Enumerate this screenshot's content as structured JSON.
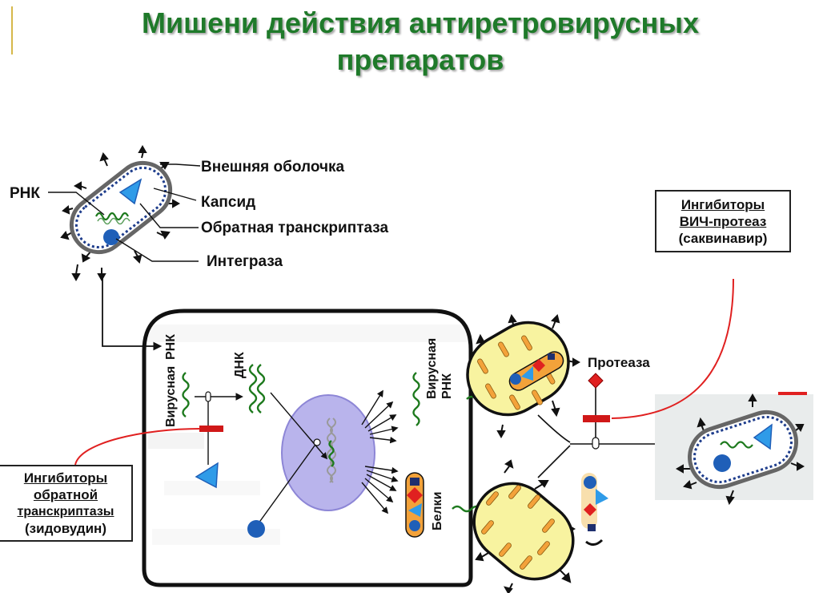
{
  "title": {
    "line1": "Мишени действия антиретровирусных",
    "line2": "препаратов"
  },
  "virion_labels": {
    "rna": "РНК",
    "outer_envelope": "Внешняя оболочка",
    "capsid": "Капсид",
    "reverse_transcriptase": "Обратная транскриптаза",
    "integrase": "Интеграза"
  },
  "cell_labels": {
    "viral_rna_1_line1": "Вирусная",
    "viral_rna_1_line2": "РНК",
    "dna": "ДНК",
    "viral_rna_2_line1": "Вирусная",
    "viral_rna_2_line2": "РНК",
    "proteins": "Белки",
    "protease": "Протеаза"
  },
  "box_protease_inhibitors": {
    "line1": "Ингибиторы",
    "line2": "ВИЧ-протеаз",
    "line3": "(саквинавир)"
  },
  "box_rt_inhibitors": {
    "line1": "Ингибиторы",
    "line2": "обратной",
    "line3": "транскриптазы",
    "line4": "(зидовудин)"
  },
  "colors": {
    "title_green": "#1f7a2a",
    "inhibitor_red": "#e02020",
    "capsid_blue": "#2f9be8",
    "integrase_blue": "#1f5fb8",
    "rna_green": "#1e7a1e",
    "nucleus_purple": "#b9b4ec",
    "bud_yellow": "#f8f3a0"
  }
}
